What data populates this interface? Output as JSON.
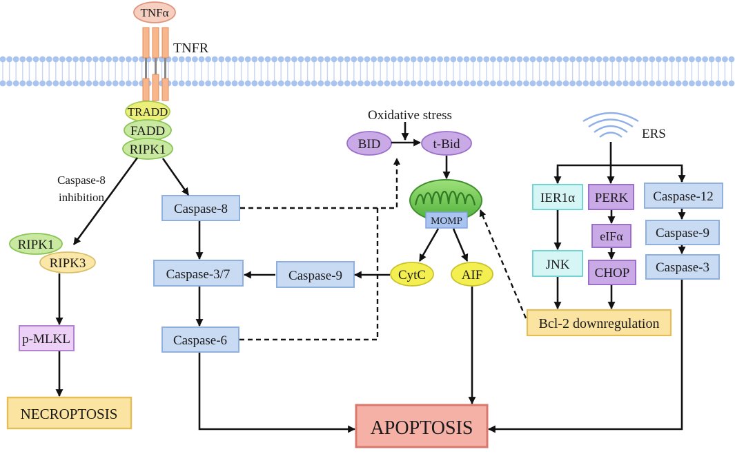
{
  "ligand": "TNFα",
  "receptor": "TNFR",
  "adaptors": [
    "TRADD",
    "FADD",
    "RIPK1"
  ],
  "necroptosis": {
    "inhibition_label": [
      "Caspase-8",
      "inhibition"
    ],
    "complex": [
      "RIPK1",
      "RIPK3"
    ],
    "effector": "p-MLKL",
    "outcome": "NECROPTOSIS"
  },
  "extrinsic": {
    "caspase8": "Caspase-8",
    "caspase37": "Caspase-3/7",
    "caspase6": "Caspase-6",
    "caspase9": "Caspase-9"
  },
  "mitochondrial": {
    "stress": "Oxidative stress",
    "bid": "BID",
    "tbid": "t-Bid",
    "momp": "MOMP",
    "cytc": "CytC",
    "aif": "AIF"
  },
  "ers": {
    "label": "ERS",
    "ier1a": "IER1α",
    "jnk": "JNK",
    "perk": "PERK",
    "eifa": "eIFα",
    "chop": "CHOP",
    "caspase12": "Caspase-12",
    "caspase9": "Caspase-9",
    "caspase3": "Caspase-3",
    "bcl2": "Bcl-2 downregulation"
  },
  "outcome": "APOPTOSIS",
  "colors": {
    "membrane": "#a9c4ee",
    "caspase_fill": "#c9daf3",
    "caspase_stroke": "#8fb0de",
    "adaptor_green": "#c9e8a0",
    "tradd_yellow": "#ecf07a",
    "purple_fill": "#c9a9e6",
    "yellow_ellipse": "#f3ef50",
    "cyan_fill": "#d6f6f6",
    "cyan_stroke": "#72d4d4",
    "gold_fill": "#fbe3a1",
    "gold_stroke": "#e3bd55",
    "apoptosis_fill": "#f6b1a7",
    "apoptosis_stroke": "#d9786c"
  }
}
